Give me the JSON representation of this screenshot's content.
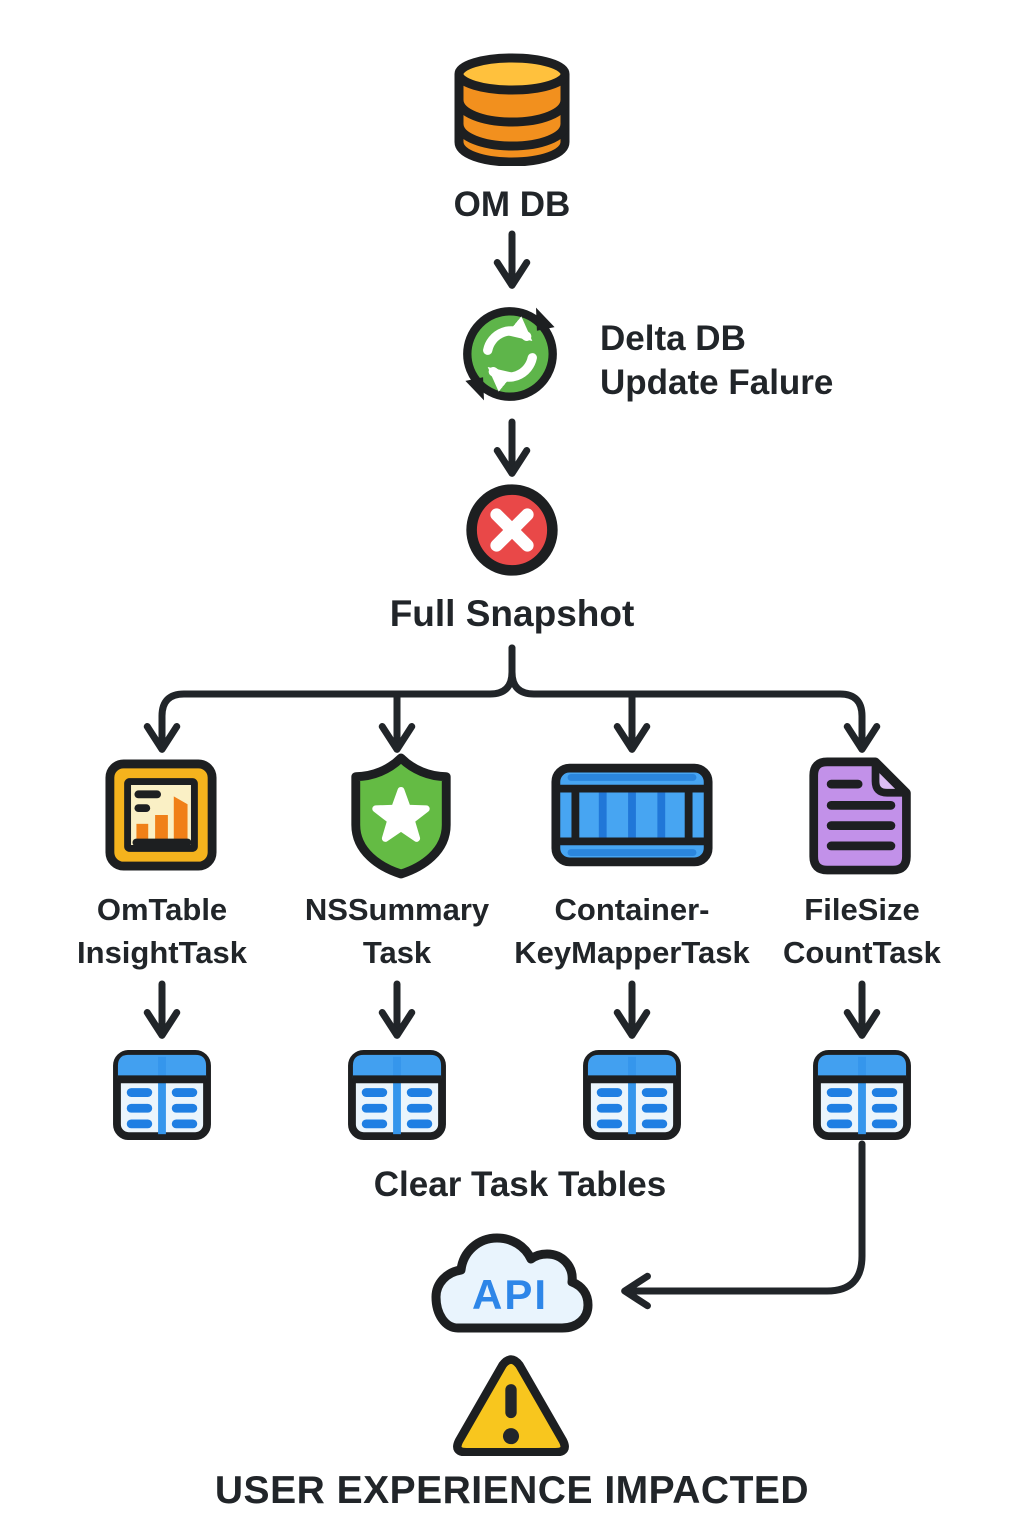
{
  "diagram": {
    "nodes": {
      "db": {
        "label": "OM DB",
        "icon": "database-icon"
      },
      "sync": {
        "label": "Delta DB\nUpdate Falure",
        "icon": "sync-icon"
      },
      "snapshot": {
        "label": "Full Snapshot",
        "icon": "error-x-icon"
      },
      "tasks": [
        {
          "label": "OmTable\nInsightTask",
          "icon": "bar-chart-icon"
        },
        {
          "label": "NSSummary\nTask",
          "icon": "shield-star-icon"
        },
        {
          "label": "Container-\nKeyMapperTask",
          "icon": "container-icon"
        },
        {
          "label": "FileSize\nCountTask",
          "icon": "document-icon"
        }
      ],
      "tables_caption": "Clear Task Tables",
      "table_icon": "table-icon",
      "api": {
        "label": "API",
        "icon": "cloud-icon"
      },
      "warning": {
        "icon": "warning-triangle-icon"
      },
      "footer": "USER EXPERIENCE IMPACTED"
    },
    "colors": {
      "line_dark": "#212529",
      "db_top": "#ffc13d",
      "db_body": "#f2901e",
      "sync_green": "#5eb54a",
      "error_red": "#e94848",
      "chart_frame_gold": "#f5b31d",
      "chart_panel_cream": "#faf0c5",
      "chart_bar_orange": "#f08018",
      "shield_green": "#64bb44",
      "container_blue": "#47a5f2",
      "container_rib_blue": "#2077d8",
      "document_purple": "#c291e9",
      "document_fold": "#ddbdf5",
      "table_header_blue": "#42a0f0",
      "table_body": "#ebf5fc",
      "table_dash_blue": "#1f7fe3",
      "cloud_fill": "#e9f4fd",
      "api_blue": "#2e86e8",
      "warning_yellow": "#f8c61e",
      "background": "#ffffff"
    }
  }
}
